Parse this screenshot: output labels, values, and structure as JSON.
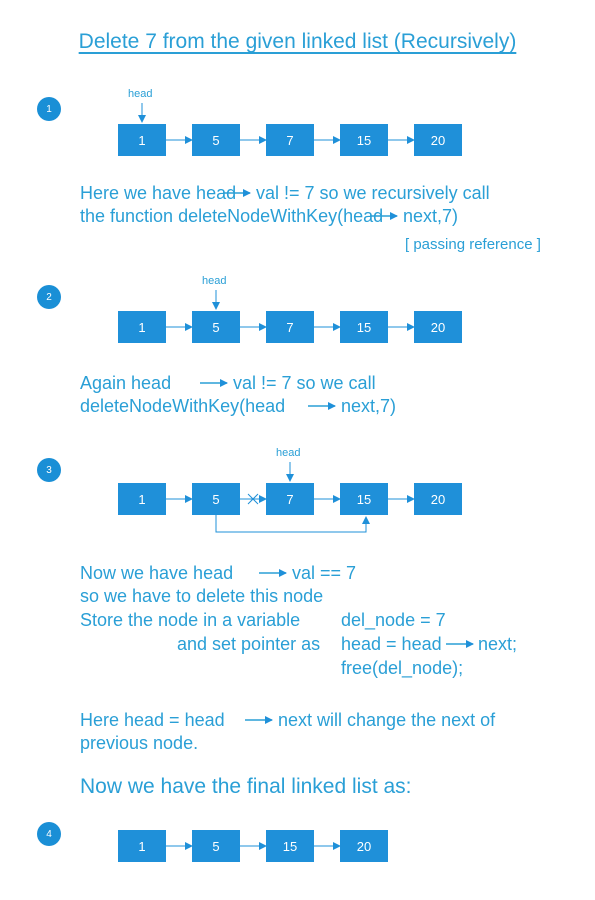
{
  "title": "Delete 7 from the given linked list  (Recursively)",
  "colors": {
    "accent": "#1f90d9",
    "text": "#2a9fd6"
  },
  "head_label": "head",
  "steps": [
    {
      "number": "1",
      "nodes": [
        "1",
        "5",
        "7",
        "15",
        "20"
      ]
    },
    {
      "number": "2",
      "nodes": [
        "1",
        "5",
        "7",
        "15",
        "20"
      ]
    },
    {
      "number": "3",
      "nodes": [
        "1",
        "5",
        "7",
        "15",
        "20"
      ]
    },
    {
      "number": "4",
      "nodes": [
        "1",
        "5",
        "15",
        "20"
      ]
    }
  ],
  "text1": {
    "line1_a": "Here we have head",
    "line1_b": "val != 7  so we recursively call",
    "line2_a": "the function deleteNodeWithKey(head",
    "line2_b": "next,7)",
    "note": "[ passing reference ]"
  },
  "text2": {
    "line1_a": "Again  head",
    "line1_b": "val != 7  so we call",
    "line2_a": "deleteNodeWithKey(head",
    "line2_b": "next,7)"
  },
  "text3": {
    "line1_a": "Now we have   head",
    "line1_b": "val == 7",
    "line2": "so we have to delete this node",
    "line3_a": "Store the node in a variable",
    "line3_b": "del_node = 7",
    "line4_a": "and set pointer as",
    "line4_b": "head = head",
    "line4_c": "next;",
    "line5": "free(del_node);"
  },
  "text4": {
    "line1_a": "Here  head = head",
    "line1_b": "next  will change the next of",
    "line2": "previous node."
  },
  "final_heading": "Now we have the final linked list as:"
}
